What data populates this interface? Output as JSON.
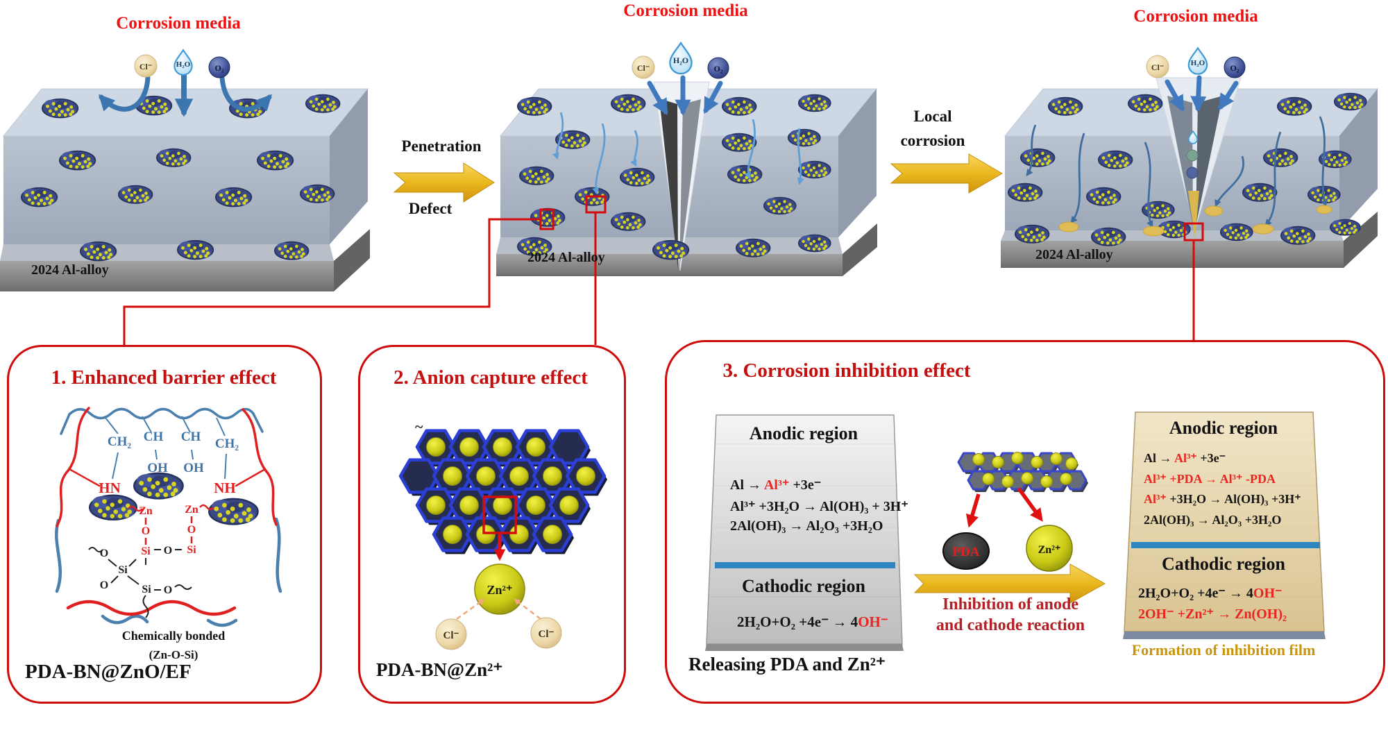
{
  "top": {
    "corrosion_media": "Corrosion media",
    "penetration": "Penetration",
    "defect": "Defect",
    "local_1": "Local",
    "local_2": "corrosion",
    "alloy": "2024 Al-alloy",
    "ions": {
      "cl": "Cl⁻",
      "h2o": "H₂O",
      "o2": "O₂"
    }
  },
  "box1": {
    "title": "1. Enhanced barrier effect",
    "struct": {
      "ch2a": "CH₂",
      "cha": "CH",
      "chb": "CH",
      "ch2b": "CH₂",
      "oha": "OH",
      "ohb": "OH",
      "hn": "HN",
      "nh": "NH",
      "zn1": "Zn",
      "zn2": "Zn",
      "o1": "O",
      "o2": "O",
      "si1": "Si",
      "si2": "Si",
      "o_mid": "O",
      "si3": "Si",
      "o3": "O",
      "si4": "Si",
      "o4": "O",
      "o5": "O"
    },
    "caption_1": "Chemically bonded",
    "caption_2": "(Zn-O-Si)",
    "label": "PDA-BN@ZnO/EF"
  },
  "box2": {
    "title": "2. Anion capture effect",
    "tilde": "~",
    "zn": "Zn²⁺",
    "cl": "Cl⁻",
    "label": "PDA-BN@Zn²⁺"
  },
  "box3": {
    "title": "3. Corrosion inhibition effect",
    "left": {
      "anodic": "Anodic region",
      "cathodic": "Cathodic region",
      "anodic_rx": [
        [
          {
            "t": "Al → ",
            "c": "k"
          },
          {
            "t": "Al³⁺",
            "c": "r"
          },
          {
            "t": " +3e⁻",
            "c": "k"
          }
        ],
        [
          {
            "t": "Al³⁺ +3H₂O → Al(OH)₃ + 3H⁺",
            "c": "k"
          }
        ],
        [
          {
            "t": "2Al(OH)₃ → Al₂O₃ +3H₂O",
            "c": "k"
          }
        ]
      ],
      "cathodic_rx": [
        [
          {
            "t": "2H₂O+O₂ +4e⁻ → 4",
            "c": "k"
          },
          {
            "t": "OH⁻",
            "c": "r"
          }
        ]
      ]
    },
    "mid": {
      "pda": "PDA",
      "zn": "Zn²⁺",
      "inhibition_1": "Inhibition of anode",
      "inhibition_2": "and cathode reaction"
    },
    "right": {
      "anodic": "Anodic region",
      "cathodic": "Cathodic region",
      "anodic_rx": [
        [
          {
            "t": "Al → ",
            "c": "k"
          },
          {
            "t": "Al³⁺",
            "c": "r"
          },
          {
            "t": " +3e⁻",
            "c": "k"
          }
        ],
        [
          {
            "t": "Al³⁺ +PDA → Al³⁺ -PDA",
            "c": "r"
          }
        ],
        [
          {
            "t": "Al³⁺",
            "c": "r"
          },
          {
            "t": " +3H₂O → Al(OH)₃ +3H⁺",
            "c": "k"
          }
        ],
        [
          {
            "t": "2Al(OH)₃ → Al₂O₃ +3H₂O",
            "c": "k"
          }
        ]
      ],
      "cathodic_rx": [
        [
          {
            "t": "2H₂O+O₂ +4e⁻ → 4",
            "c": "k"
          },
          {
            "t": "OH⁻",
            "c": "r"
          }
        ],
        [
          {
            "t": "2OH⁻ +Zn²⁺ → Zn(OH)₂",
            "c": "r"
          }
        ]
      ],
      "caption": "Formation of inhibition film"
    },
    "label": "Releasing PDA and Zn²⁺"
  }
}
